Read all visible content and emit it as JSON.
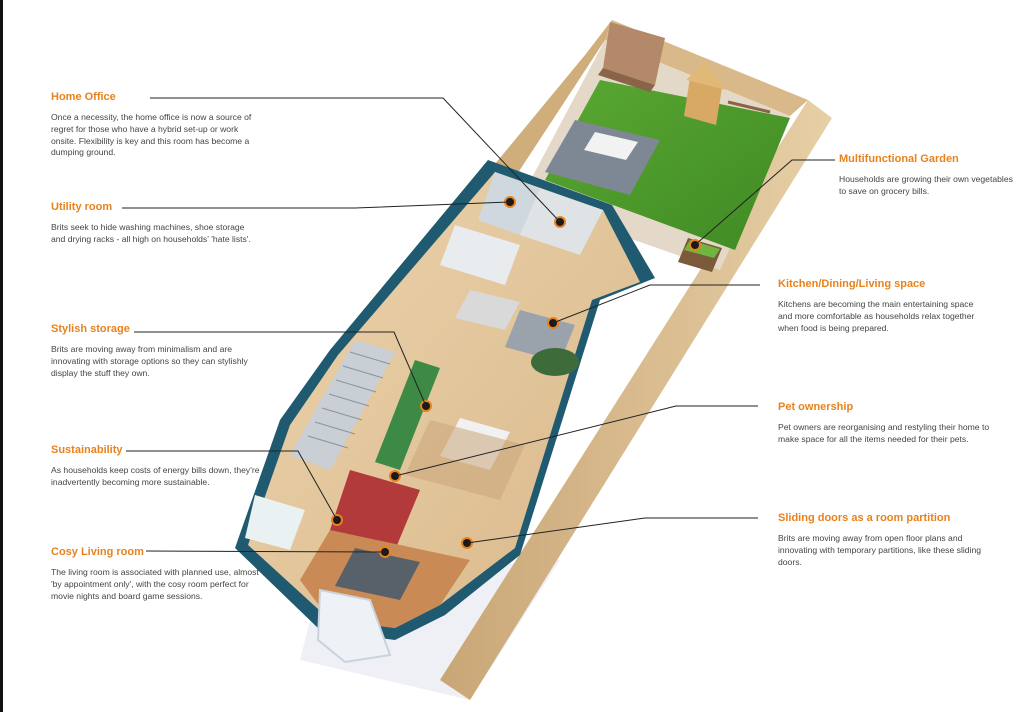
{
  "colors": {
    "accent": "#e8821e",
    "body_text": "#444444",
    "leader_line": "#222222",
    "wall": "#1f5a70",
    "wood_floor": "#e2c49a",
    "lawn": "#4e9a2c",
    "fence": "#d8b98a"
  },
  "annotations": [
    {
      "id": "home-office",
      "title": "Home Office",
      "body": "Once a necessity, the home office is now a source of regret for those who have a hybrid set-up or work onsite. Flexibility is key and this room has become a dumping ground."
    },
    {
      "id": "utility-room",
      "title": "Utility room",
      "body": "Brits seek to hide washing machines, shoe storage and drying racks - all high on households' 'hate lists'."
    },
    {
      "id": "stylish-storage",
      "title": "Stylish storage",
      "body": "Brits are moving away from minimalism and are innovating with storage options so they can stylishly display the stuff they own."
    },
    {
      "id": "sustainability",
      "title": "Sustainability",
      "body": "As households keep costs of energy bills down, they're inadvertently becoming more sustainable."
    },
    {
      "id": "cosy-living-room",
      "title": "Cosy Living room",
      "body": "The living room is associated with planned use, almost 'by appointment only', with the cosy room perfect for movie nights and board game sessions."
    },
    {
      "id": "multifunctional-garden",
      "title": "Multifunctional  Garden",
      "body": "Households are growing their own vegetables to save on grocery bills."
    },
    {
      "id": "kitchen-dining-living",
      "title": "Kitchen/Dining/Living space",
      "body": "Kitchens are becoming the main entertaining space and more comfortable as households relax together when food is being prepared."
    },
    {
      "id": "pet-ownership",
      "title": "Pet ownership",
      "body": "Pet owners are reorganising and restyling their home to make space for all the items needed for their pets."
    },
    {
      "id": "sliding-doors",
      "title": "Sliding doors as a room partition",
      "body": "Brits are moving away from open floor plans and innovating with temporary partitions, like these sliding doors."
    }
  ]
}
